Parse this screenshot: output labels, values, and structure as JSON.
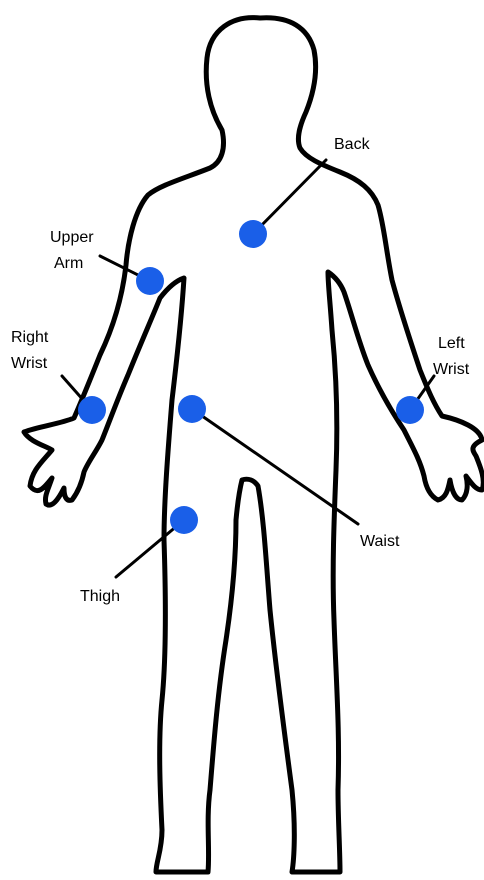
{
  "colors": {
    "marker": "#1a5fe8",
    "outline": "#000000",
    "text": "#000000"
  },
  "labels": {
    "back": "Back",
    "upper_arm_1": "Upper",
    "upper_arm_2": "Arm",
    "right_wrist_1": "Right",
    "right_wrist_2": "Wrist",
    "left_wrist_1": "Left",
    "left_wrist_2": "Wrist",
    "waist": "Waist",
    "thigh": "Thigh"
  }
}
